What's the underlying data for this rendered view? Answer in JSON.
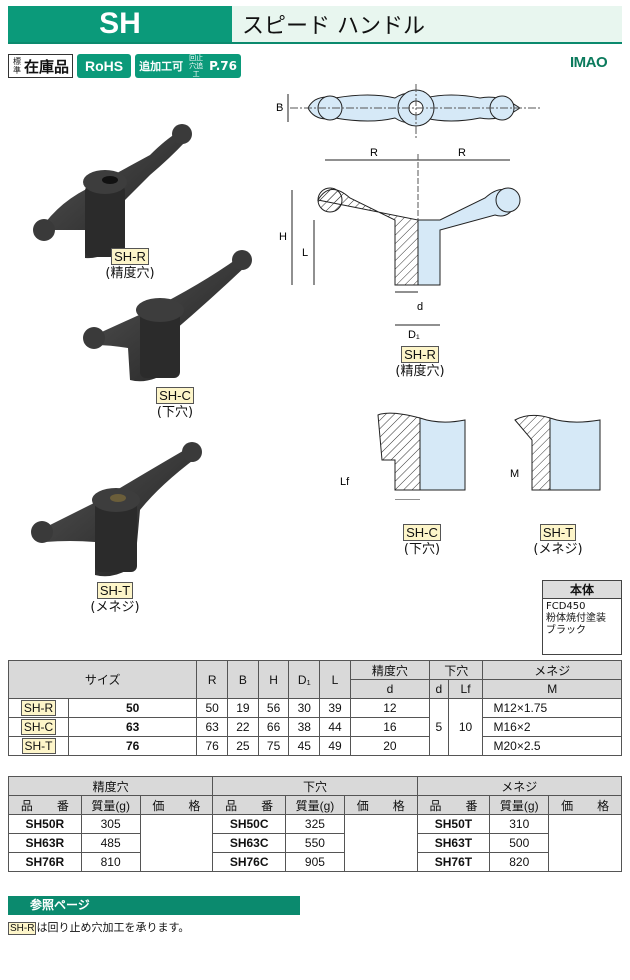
{
  "header": {
    "code": "SH",
    "title": "スピード ハンドル"
  },
  "badges": {
    "std_small": "標準",
    "std_big": "在庫品",
    "rohs": "RoHS",
    "add": "追加工可",
    "add_small": "回止穴追工",
    "page": "P.76"
  },
  "logo": "IMAO",
  "photos": [
    {
      "code": "SH-R",
      "sub": "(精度穴)"
    },
    {
      "code": "SH-C",
      "sub": "(下穴)"
    },
    {
      "code": "SH-T",
      "sub": "(メネジ)"
    }
  ],
  "drawing": {
    "labels": {
      "B": "B",
      "R": "R",
      "H": "H",
      "L": "L",
      "d": "d",
      "D1": "D₁",
      "Lf": "Lf",
      "M": "M"
    },
    "captions": [
      {
        "code": "SH-R",
        "sub": "(精度穴)"
      },
      {
        "code": "SH-C",
        "sub": "(下穴)"
      },
      {
        "code": "SH-T",
        "sub": "(メネジ)"
      }
    ]
  },
  "material": {
    "title": "本体",
    "lines": [
      "FCD450",
      "粉体焼付塗装",
      "ブラック"
    ]
  },
  "spec_table": {
    "headers": {
      "size": "サイズ",
      "R": "R",
      "B": "B",
      "H": "H",
      "D1": "D₁",
      "L": "L",
      "precision": "精度穴",
      "pilot": "下穴",
      "thread": "メネジ",
      "d": "d",
      "Lf": "Lf",
      "M": "M"
    },
    "types": [
      "SH-R",
      "SH-C",
      "SH-T"
    ],
    "rows": [
      {
        "size": "50",
        "R": "50",
        "B": "19",
        "H": "56",
        "D1": "30",
        "L": "39",
        "d": "12",
        "M": "M12×1.75"
      },
      {
        "size": "63",
        "R": "63",
        "B": "22",
        "H": "66",
        "D1": "38",
        "L": "44",
        "d": "16",
        "M": "M16×2"
      },
      {
        "size": "76",
        "R": "76",
        "B": "25",
        "H": "75",
        "D1": "45",
        "L": "49",
        "d": "20",
        "M": "M20×2.5"
      }
    ],
    "pilot_d": "5",
    "pilot_Lf": "10"
  },
  "weight_table": {
    "groups": [
      "精度穴",
      "下穴",
      "メネジ"
    ],
    "cols": {
      "part": "品　　番",
      "mass": "質量(g)",
      "price": "価　　格"
    },
    "r": [
      {
        "part": "SH50R",
        "mass": "305"
      },
      {
        "part": "SH63R",
        "mass": "485"
      },
      {
        "part": "SH76R",
        "mass": "810"
      }
    ],
    "c": [
      {
        "part": "SH50C",
        "mass": "325"
      },
      {
        "part": "SH63C",
        "mass": "550"
      },
      {
        "part": "SH76C",
        "mass": "905"
      }
    ],
    "t": [
      {
        "part": "SH50T",
        "mass": "310"
      },
      {
        "part": "SH63T",
        "mass": "500"
      },
      {
        "part": "SH76T",
        "mass": "820"
      }
    ]
  },
  "reference": {
    "title": "参照ページ",
    "code": "SH-R",
    "note": "は回り止め穴加工を承ります。"
  }
}
